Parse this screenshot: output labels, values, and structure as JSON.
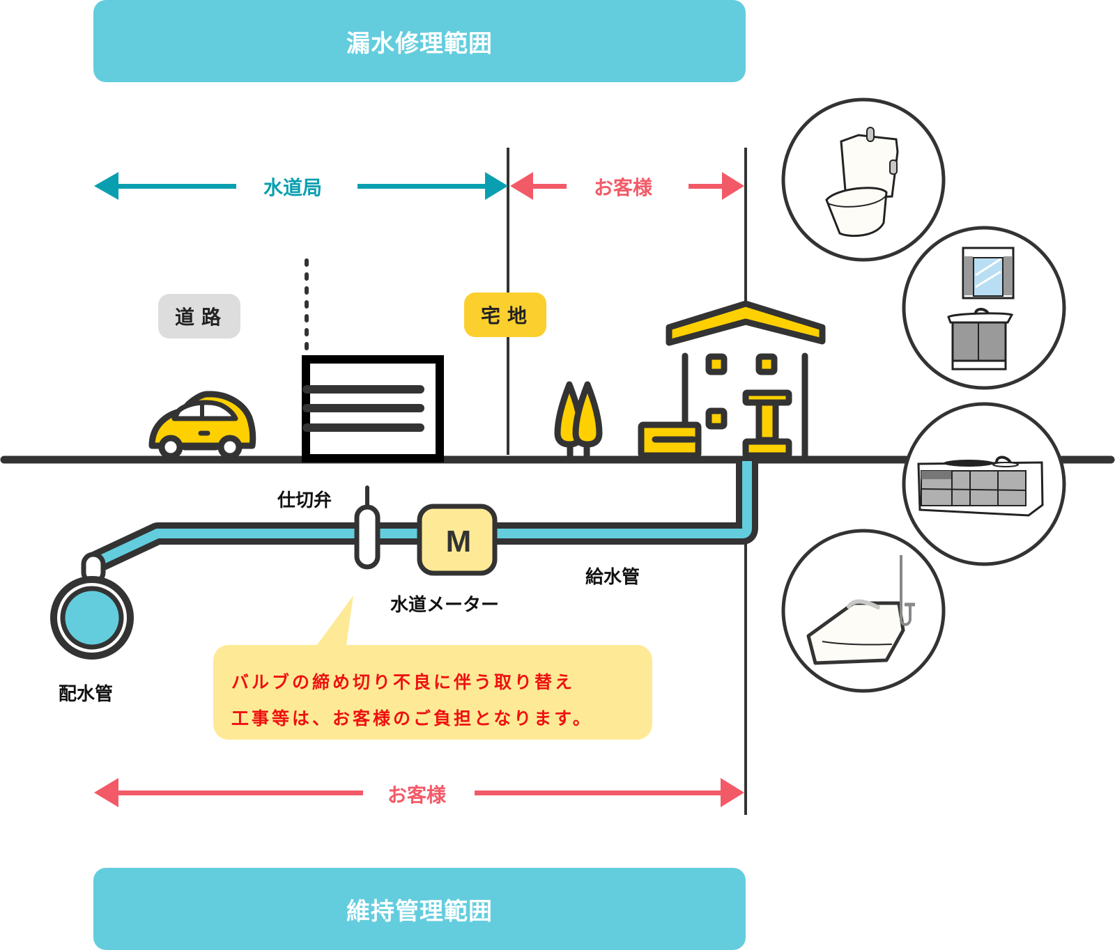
{
  "banners": {
    "top": "漏水修理範囲",
    "bottom": "維持管理範囲"
  },
  "scope_arrows": {
    "waterworks": "水道局",
    "customer_top": "お客様",
    "customer_bottom": "お客様"
  },
  "zones": {
    "road": "道路",
    "residential_lot": "宅地"
  },
  "pipe_labels": {
    "distribution_pipe": "配水管",
    "gate_valve": "仕切弁",
    "water_meter": "水道メーター",
    "meter_symbol": "M",
    "service_pipe": "給水管"
  },
  "callout": {
    "line1": "バルブの締め切り不良に伴う取り替え",
    "line2": "工事等は、お客様のご負担となります。"
  },
  "fixtures": [
    "toilet-icon",
    "washbasin-icon",
    "kitchen-icon",
    "bathtub-icon"
  ],
  "colors": {
    "banner": "#63cdde",
    "waterworks_arrow": "#0a9fb0",
    "customer_arrow": "#f25a68",
    "accent_yellow": "#ffd000",
    "outline": "#333333",
    "pipe_water": "#63cdde",
    "callout_bg": "#feea96",
    "callout_text": "#ee1111"
  }
}
